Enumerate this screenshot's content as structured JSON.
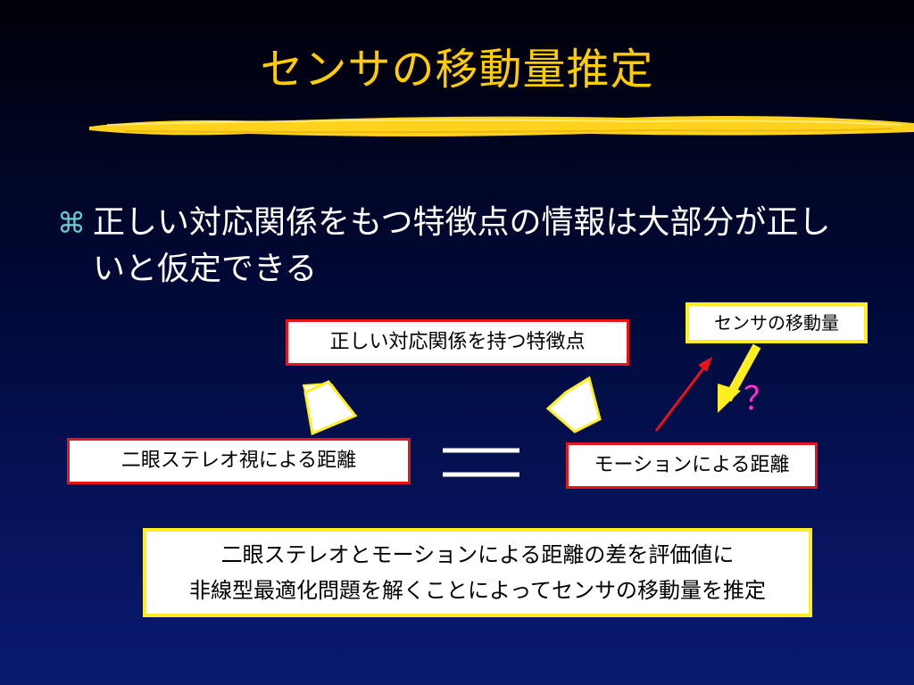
{
  "slide": {
    "title": "センサの移動量推定",
    "bullet": {
      "icon": "z-bullet-icon",
      "text": "正しい対応関係をもつ特徴点の情報は大部分が正しいと仮定できる"
    }
  },
  "diagram": {
    "feature_box": "正しい対応関係を持つ特徴点",
    "stereo_box": "二眼ステレオ視による距離",
    "motion_box": "モーションによる距離",
    "sensor_box": "センサの移動量",
    "question_mark": "？",
    "conclusion": {
      "line1": "二眼ステレオとモーションによる距離の差を評価値に",
      "line2": "非線型最適化問題を解くことによってセンサの移動量を推定"
    }
  },
  "colors": {
    "title": "#ffcc00",
    "background_top": "#000008",
    "background_bottom": "#0a1a72",
    "red_border": "#e8141c",
    "yellow_border": "#ffee22",
    "bullet_icon": "#66cccc",
    "question_mark": "#ff33cc"
  }
}
